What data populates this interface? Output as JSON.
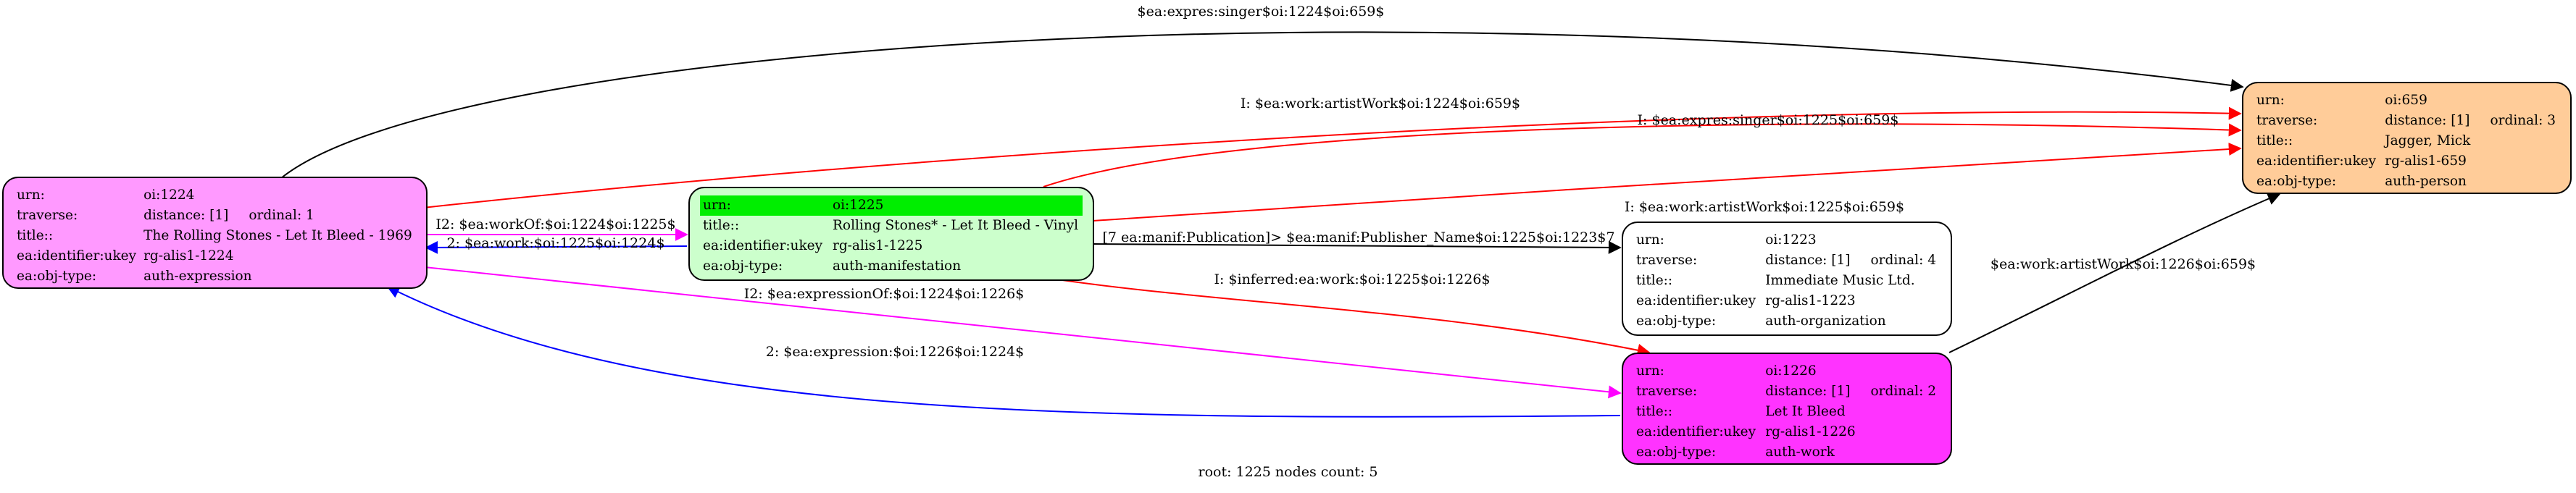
{
  "nodes": {
    "n1224": {
      "fill": "#ff99ff",
      "rows": [
        {
          "k": "urn:",
          "v": "oi:1224"
        },
        {
          "k": "traverse:",
          "v": "distance: [1]",
          "ord": "ordinal: 1"
        },
        {
          "k": "title::",
          "v": "The Rolling Stones - Let It Bleed - 1969"
        },
        {
          "k": "ea:identifier:ukey",
          "v": "rg-alis1-1224"
        },
        {
          "k": "ea:obj-type:",
          "v": "auth-expression"
        }
      ]
    },
    "n1225": {
      "fill": "#ccffcc",
      "rows": [
        {
          "k": "urn:",
          "v": "oi:1225"
        },
        {
          "k": "title::",
          "v": "Rolling Stones* - Let It Bleed - Vinyl"
        },
        {
          "k": "ea:identifier:ukey",
          "v": "rg-alis1-1225"
        },
        {
          "k": "ea:obj-type:",
          "v": "auth-manifestation"
        }
      ]
    },
    "n1223": {
      "fill": "#ffffff",
      "rows": [
        {
          "k": "urn:",
          "v": "oi:1223"
        },
        {
          "k": "traverse:",
          "v": "distance: [1]",
          "ord": "ordinal: 4"
        },
        {
          "k": "title::",
          "v": "Immediate Music Ltd."
        },
        {
          "k": "ea:identifier:ukey",
          "v": "rg-alis1-1223"
        },
        {
          "k": "ea:obj-type:",
          "v": "auth-organization"
        }
      ]
    },
    "n1226": {
      "fill": "#ff33ff",
      "rows": [
        {
          "k": "urn:",
          "v": "oi:1226"
        },
        {
          "k": "traverse:",
          "v": "distance: [1]",
          "ord": "ordinal: 2"
        },
        {
          "k": "title::",
          "v": "Let It Bleed"
        },
        {
          "k": "ea:identifier:ukey",
          "v": "rg-alis1-1226"
        },
        {
          "k": "ea:obj-type:",
          "v": "auth-work"
        }
      ]
    },
    "n659": {
      "fill": "#ffcc99",
      "rows": [
        {
          "k": "urn:",
          "v": "oi:659"
        },
        {
          "k": "traverse:",
          "v": "distance: [1]",
          "ord": "ordinal: 3"
        },
        {
          "k": "title::",
          "v": "Jagger, Mick"
        },
        {
          "k": "ea:identifier:ukey",
          "v": "rg-alis1-659"
        },
        {
          "k": "ea:obj-type:",
          "v": "auth-person"
        }
      ]
    }
  },
  "edges": {
    "e_top_singer": {
      "label": "$ea:expres:singer$oi:1224$oi:659$",
      "color": "#000000"
    },
    "e_artist_1224": {
      "label": "I: $ea:work:artistWork$oi:1224$oi:659$",
      "color": "#ff0000"
    },
    "e_singer_1225": {
      "label": "I: $ea:expres:singer$oi:1225$oi:659$",
      "color": "#ff0000"
    },
    "e_artist_1225": {
      "label": "I: $ea:work:artistWork$oi:1225$oi:659$",
      "color": "#ff0000"
    },
    "e_artist_1226": {
      "label": "$ea:work:artistWork$oi:1226$oi:659$",
      "color": "#000000"
    },
    "e_workof": {
      "label": "I2: $ea:workOf:$oi:1224$oi:1225$",
      "color": "#ff00ff"
    },
    "e_work": {
      "label": "2: $ea:work:$oi:1225$oi:1224$",
      "color": "#0000ff"
    },
    "e_publisher": {
      "label": "[7 ea:manif:Publication]> $ea:manif:Publisher_Name$oi:1225$oi:1223$7",
      "color": "#000000"
    },
    "e_inferred": {
      "label": "I: $inferred:ea:work:$oi:1225$oi:1226$",
      "color": "#ff0000"
    },
    "e_expressionof": {
      "label": "I2: $ea:expressionOf:$oi:1224$oi:1226$",
      "color": "#ff00ff"
    },
    "e_expression": {
      "label": "2: $ea:expression:$oi:1226$oi:1224$",
      "color": "#0000ff"
    }
  },
  "footer": "root: 1225 nodes count: 5"
}
